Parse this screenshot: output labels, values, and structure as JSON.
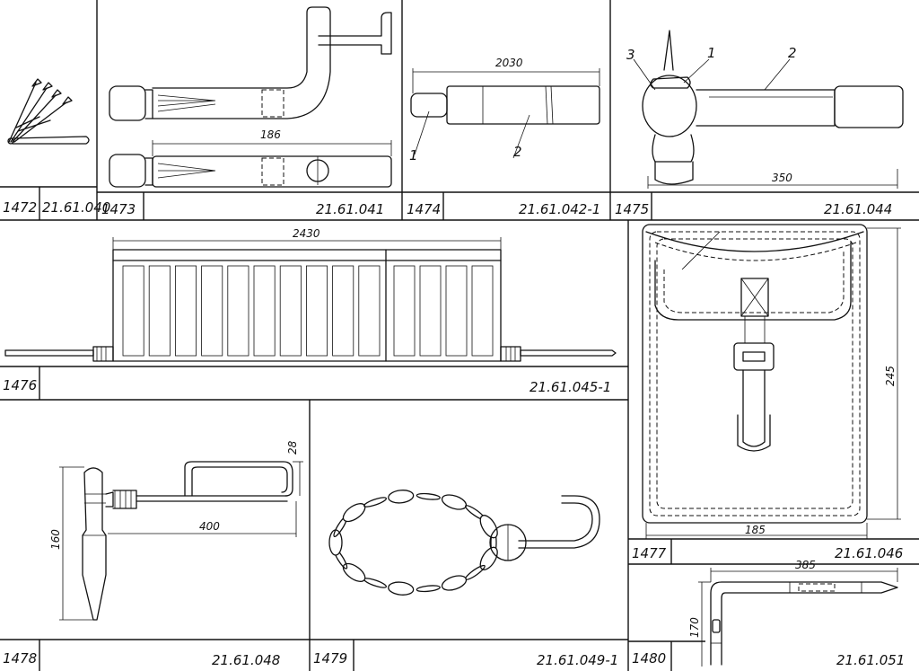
{
  "panels": [
    {
      "number": "1472",
      "code": "21.61.040"
    },
    {
      "number": "1473",
      "code": "21.61.041"
    },
    {
      "number": "1474",
      "code": "21.61.042-1"
    },
    {
      "number": "1475",
      "code": "21.61.044"
    },
    {
      "number": "1476",
      "code": "21.61.045-1"
    },
    {
      "number": "1477",
      "code": "21.61.046"
    },
    {
      "number": "1478",
      "code": "21.61.048"
    },
    {
      "number": "1479",
      "code": "21.61.049-1"
    },
    {
      "number": "1480",
      "code": "21.61.051"
    }
  ],
  "dimensions": {
    "d1473": "186",
    "d1474": "2030",
    "d1475": "350",
    "d1476": "2430",
    "d1477_h": "245",
    "d1477_w": "185",
    "d1478_h": "160",
    "d1478_w": "400",
    "d1478_s": "28",
    "d1480_w": "385",
    "d1480_h": "170"
  },
  "callouts": {
    "c1474_1": "1",
    "c1474_2": "2",
    "c1475_1": "1",
    "c1475_2": "2",
    "c1475_3": "3"
  }
}
